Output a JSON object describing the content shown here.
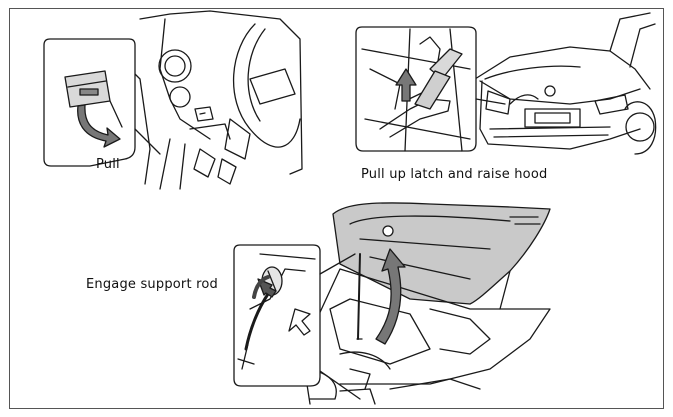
{
  "labels": {
    "pull": "Pull",
    "pull_up_latch": "Pull up latch and raise hood",
    "engage_support_rod": "Engage support rod"
  },
  "colors": {
    "line": "#1a1a1a",
    "arrow_fill": "#777777",
    "panel_fill": "#bdbdbd",
    "hood_fill": "#c9c9c9",
    "frame": "#555555"
  },
  "icons": [
    "release-lever-arrow-icon",
    "latch-arrow-icon",
    "support-rod-arrow-icon"
  ]
}
